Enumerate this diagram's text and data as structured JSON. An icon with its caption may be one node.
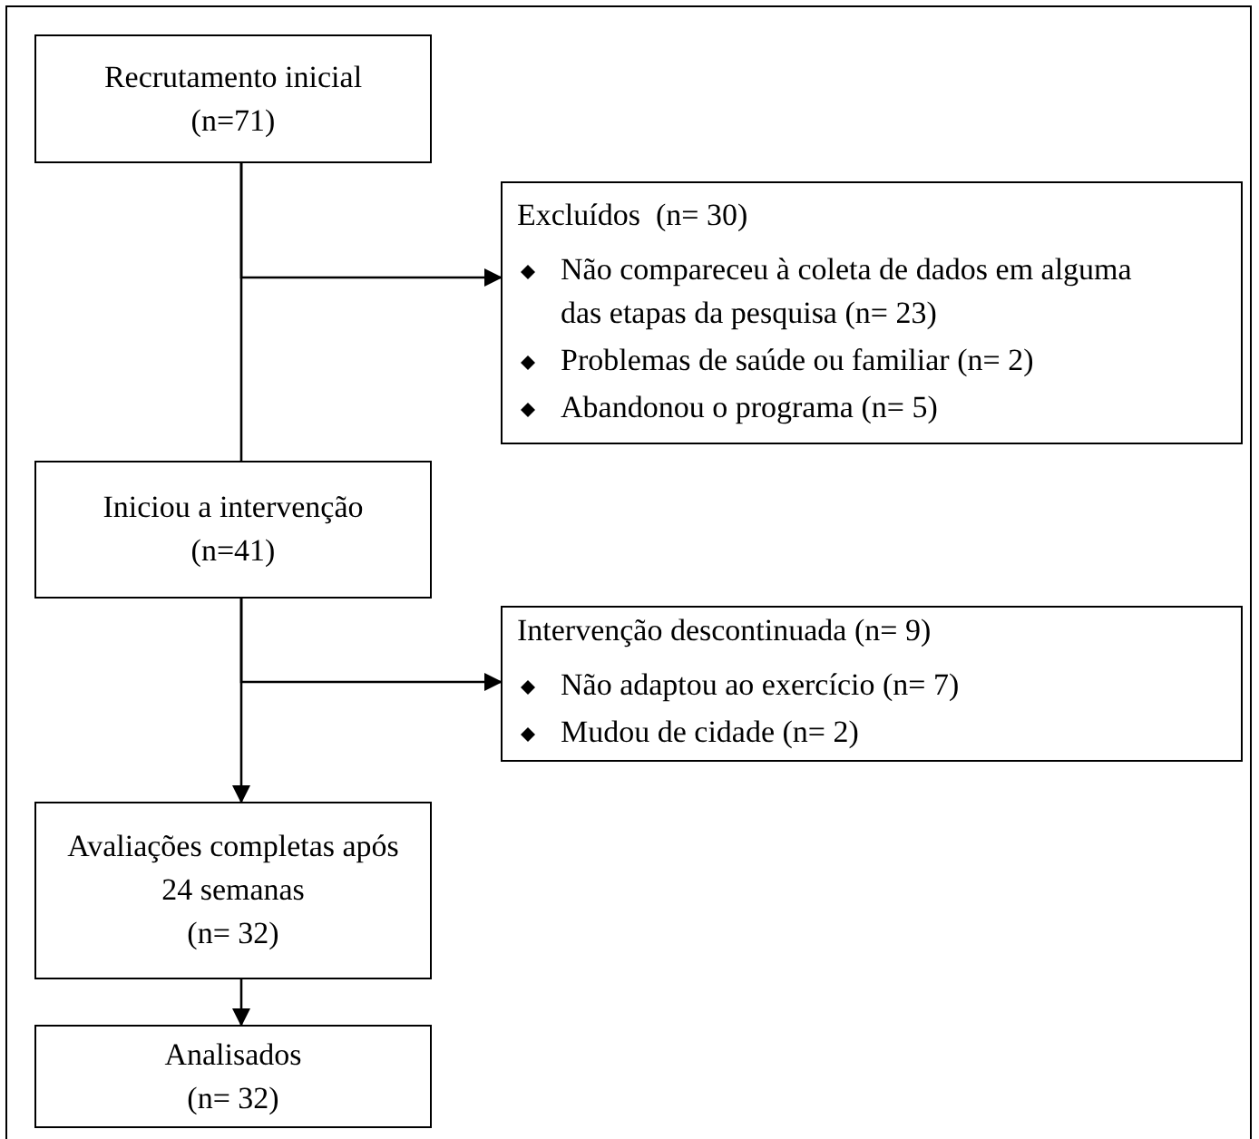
{
  "diagram": {
    "nodes": [
      {
        "text": [
          "Recrutamento inicial",
          "(n=71)"
        ]
      },
      {
        "text": [
          "Excluídos  (n= 30)",
          "Não compareceu à coleta de dados em alguma das etapas da pesquisa (n= 23)",
          "Problemas de saúde ou familiar (n= 2)",
          "Abandonou o programa (n= 5)"
        ]
      },
      {
        "text": [
          "Iniciou a intervenção",
          "(n=41)"
        ]
      },
      {
        "text": [
          "Intervenção descontinuada (n= 9)",
          "Não adaptou ao exercício (n= 7)",
          "Mudou de cidade (n= 2)"
        ]
      },
      {
        "text": [
          "Avaliações completas após 24 semanas",
          "(n= 32)"
        ]
      },
      {
        "text": [
          "Analisados",
          "(n= 32)"
        ]
      }
    ],
    "edges": [
      {
        "from": 0,
        "to": 2,
        "arrow": "none"
      },
      {
        "from": 0,
        "to": 1,
        "arrow": "to"
      },
      {
        "from": 2,
        "to": 4,
        "arrow": "to"
      },
      {
        "from": 2,
        "to": 3,
        "arrow": "to"
      },
      {
        "from": 4,
        "to": 5,
        "arrow": "to"
      }
    ]
  }
}
